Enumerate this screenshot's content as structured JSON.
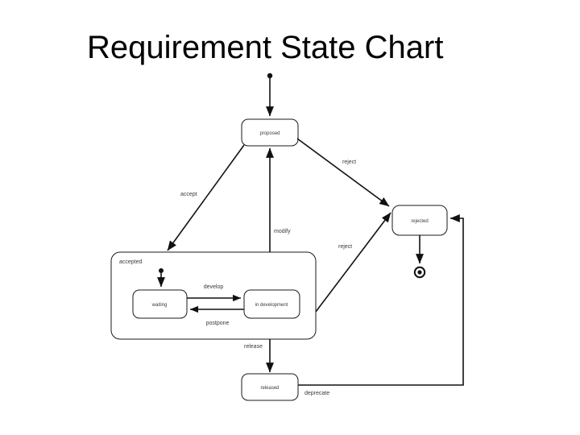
{
  "slide": {
    "title": "Requirement State Chart"
  },
  "diagram": {
    "type": "uml-state-chart",
    "states": [
      {
        "id": "proposed",
        "label": "proposed",
        "kind": "simple"
      },
      {
        "id": "rejected",
        "label": "rejected",
        "kind": "simple"
      },
      {
        "id": "accepted",
        "label": "accepted",
        "kind": "composite"
      },
      {
        "id": "waiting",
        "label": "waiting",
        "kind": "simple",
        "parent": "accepted"
      },
      {
        "id": "in_development",
        "label": "in development",
        "kind": "simple",
        "parent": "accepted"
      },
      {
        "id": "released",
        "label": "released",
        "kind": "simple"
      }
    ],
    "pseudostates": [
      {
        "id": "initial-top",
        "kind": "initial"
      },
      {
        "id": "initial-accepted",
        "kind": "initial",
        "parent": "accepted"
      },
      {
        "id": "final-rejected",
        "kind": "final"
      }
    ],
    "transitions": [
      {
        "id": "t-start",
        "from": "initial-top",
        "to": "proposed",
        "label": ""
      },
      {
        "id": "t-accept",
        "from": "proposed",
        "to": "accepted",
        "label": "accept"
      },
      {
        "id": "t-reject-proposed",
        "from": "proposed",
        "to": "rejected",
        "label": "reject"
      },
      {
        "id": "t-modify",
        "from": "accepted",
        "to": "proposed",
        "label": "modify"
      },
      {
        "id": "t-reject-accepted",
        "from": "accepted",
        "to": "rejected",
        "label": "reject"
      },
      {
        "id": "t-accepted-start",
        "from": "initial-accepted",
        "to": "waiting",
        "label": ""
      },
      {
        "id": "t-develop",
        "from": "waiting",
        "to": "in_development",
        "label": "develop"
      },
      {
        "id": "t-postpone",
        "from": "in_development",
        "to": "waiting",
        "label": "postpone"
      },
      {
        "id": "t-release",
        "from": "accepted",
        "to": "released",
        "label": "release"
      },
      {
        "id": "t-deprecate",
        "from": "released",
        "to": "rejected",
        "label": "deprecate"
      },
      {
        "id": "t-rejected-end",
        "from": "rejected",
        "to": "final-rejected",
        "label": ""
      }
    ],
    "labels": {
      "accept": "accept",
      "reject_from_proposed": "reject",
      "reject_from_accepted": "reject",
      "modify": "modify",
      "develop": "develop",
      "postpone": "postpone",
      "release": "release",
      "deprecate": "deprecate"
    },
    "colors": {
      "stroke": "#111111",
      "box_stroke": "#1a1a1a",
      "fill": "#ffffff",
      "text": "#3a3a3a",
      "title": "#000000"
    }
  }
}
